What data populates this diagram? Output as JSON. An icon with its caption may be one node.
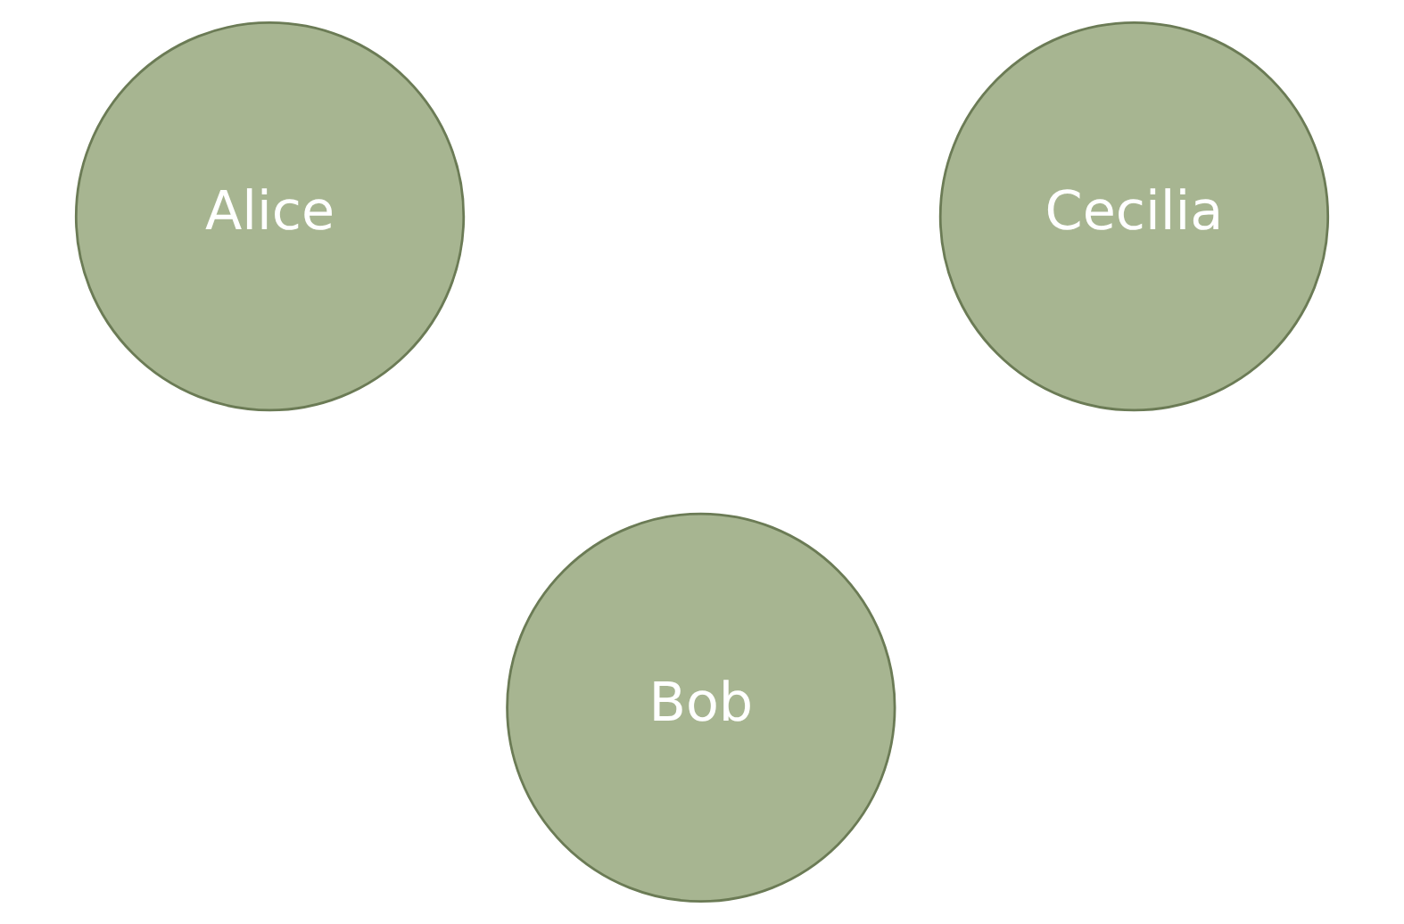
{
  "diagram": {
    "nodes": [
      {
        "text": [
          "Alice"
        ]
      },
      {
        "text": [
          "Cecilia"
        ]
      },
      {
        "text": [
          "Bob"
        ]
      }
    ]
  }
}
